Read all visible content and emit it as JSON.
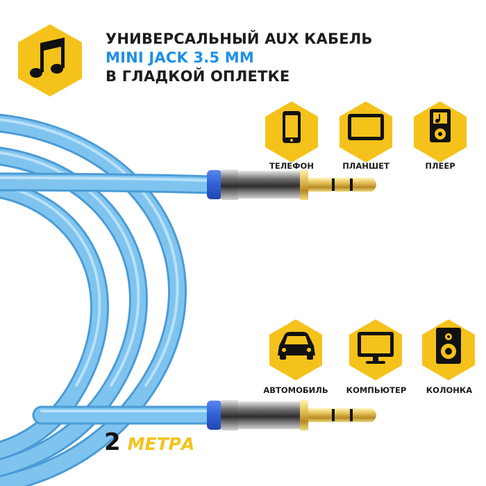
{
  "title": {
    "line1": "УНИВЕРСАЛЬНЫЙ AUX КАБЕЛЬ",
    "line2": "MINI JACK 3.5 MM",
    "line3": "В ГЛАДКОЙ ОПЛЕТКЕ"
  },
  "devices_top": [
    {
      "label": "ТЕЛЕФОН",
      "icon": "phone-icon"
    },
    {
      "label": "ПЛАНШЕТ",
      "icon": "tablet-icon"
    },
    {
      "label": "ПЛЕЕР",
      "icon": "player-icon"
    }
  ],
  "devices_bottom": [
    {
      "label": "АВТОМОБИЛЬ",
      "icon": "car-icon"
    },
    {
      "label": "КОМПЬЮТЕР",
      "icon": "monitor-icon"
    },
    {
      "label": "КОЛОНКА",
      "icon": "speaker-icon"
    }
  ],
  "length": {
    "number": "2",
    "unit": "МЕТРА"
  },
  "colors": {
    "accent_yellow": "#f5c21b",
    "title_blue": "#1e8fe6",
    "cable_blue": "#6ab8ea",
    "plug_gold": "#d9b548",
    "collar_blue": "#2f5fd6"
  }
}
